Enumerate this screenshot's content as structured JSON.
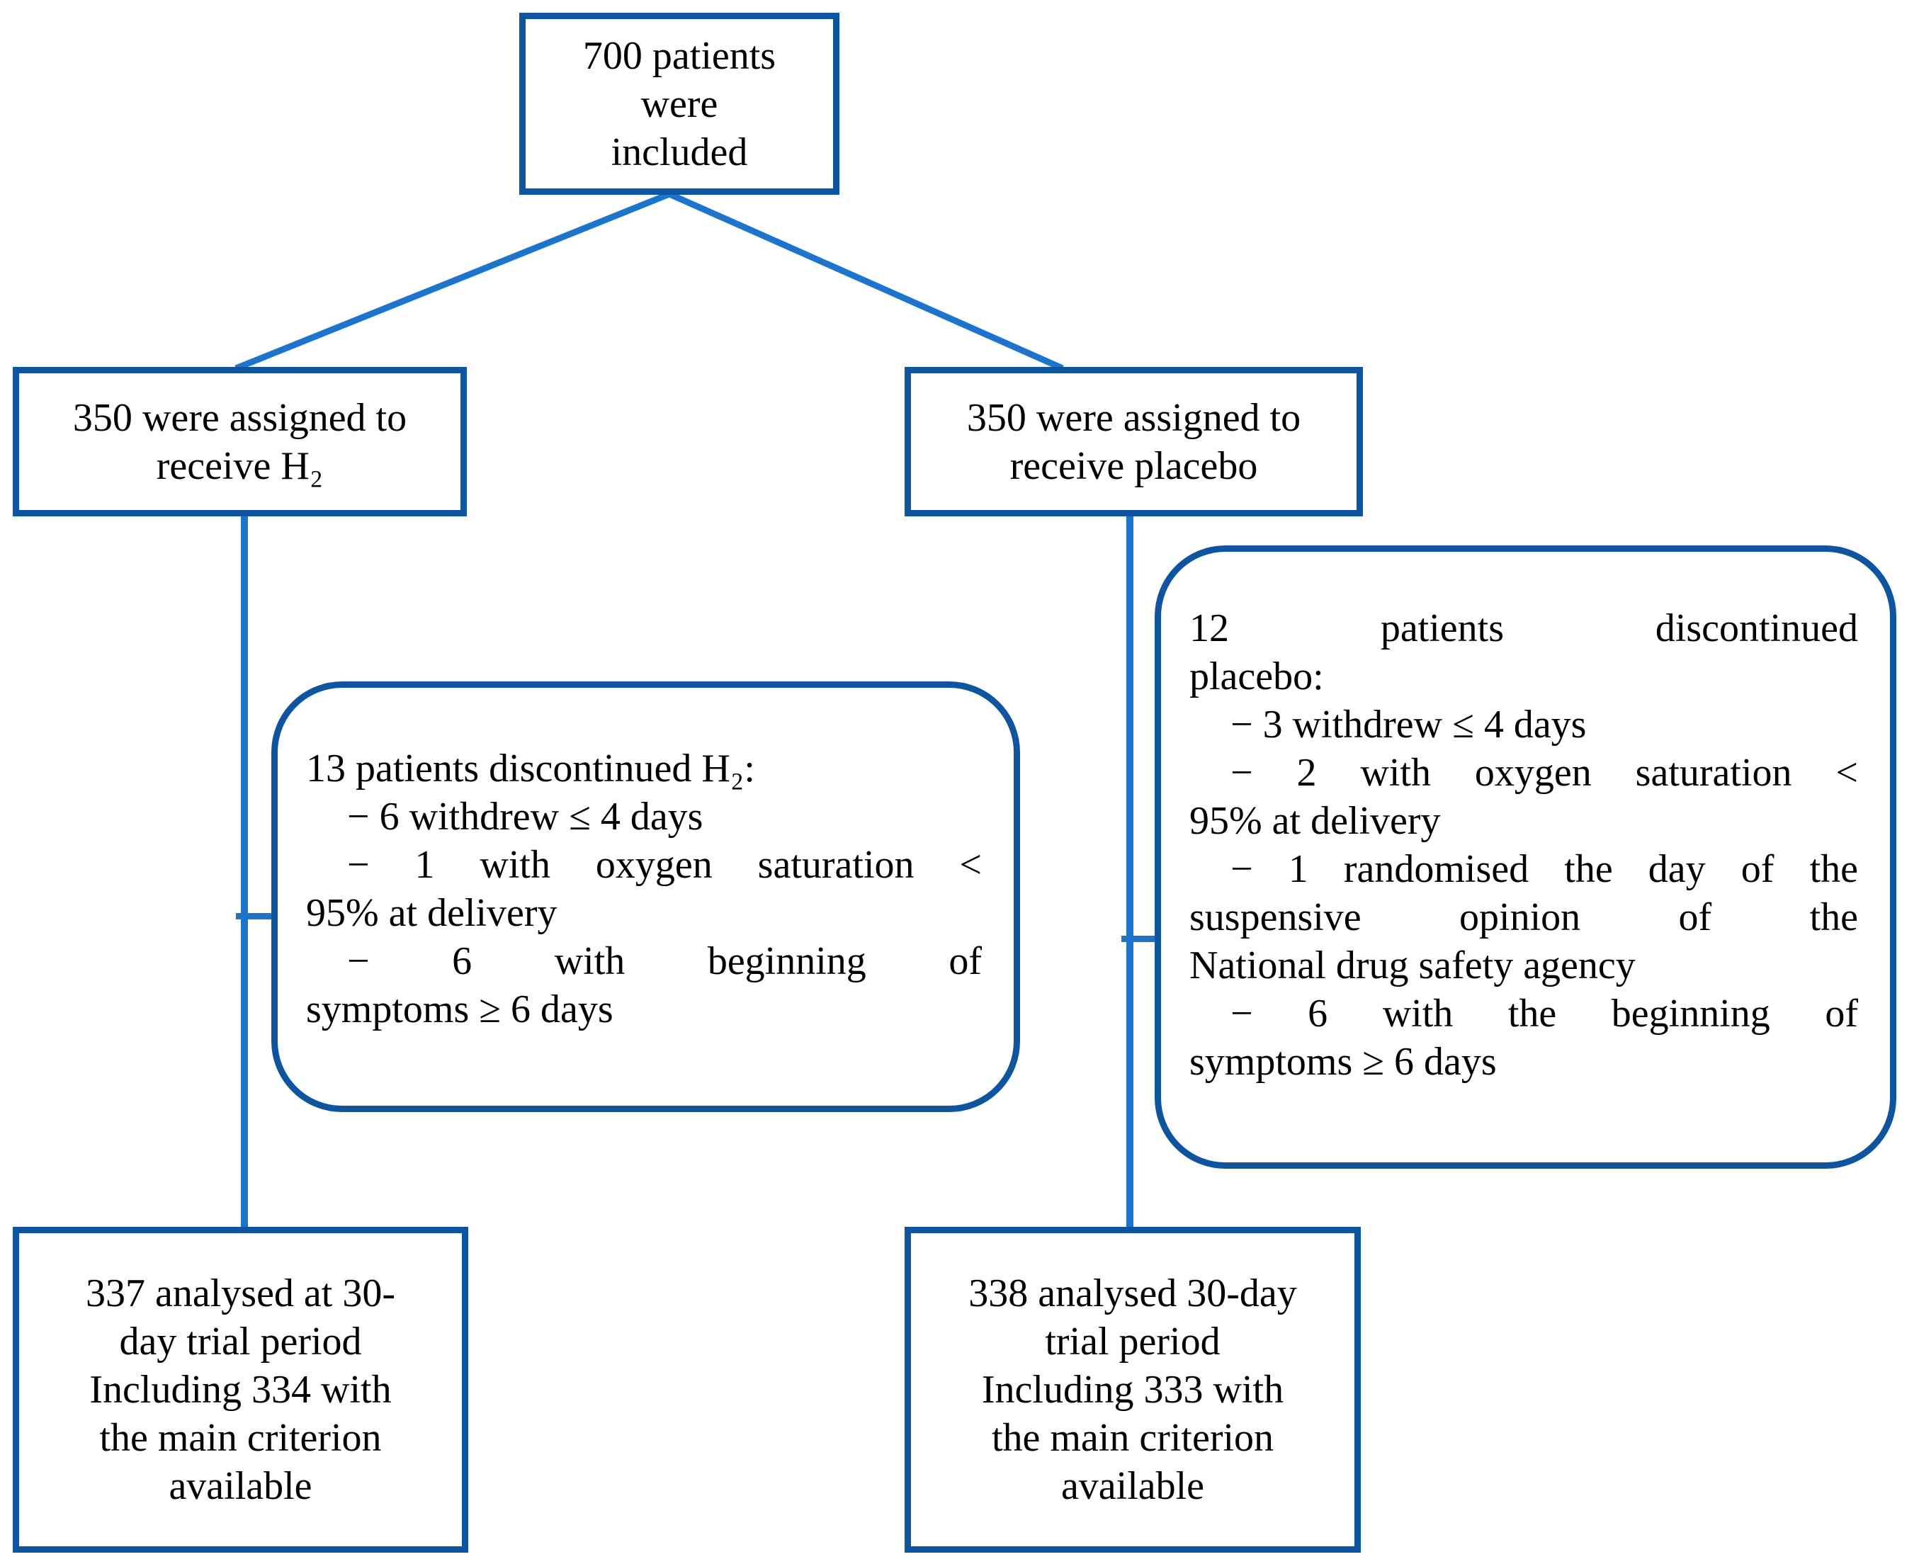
{
  "colors": {
    "box_border": "#0e549e",
    "connector_line": "#1d74cc",
    "text": "#000000",
    "background": "#ffffff"
  },
  "nodes": {
    "included": {
      "text": "700 patients\nwere\nincluded"
    },
    "assigned_h2": {
      "text": "350 were assigned to\nreceive H₂"
    },
    "assigned_placebo": {
      "text": "350 were assigned to\nreceive placebo"
    },
    "discontinued_h2": {
      "summary": "13 patients discontinued H₂",
      "lines": [
        {
          "text": "13 patients discontinued H₂:"
        },
        {
          "text": "− 6 withdrew ≤ 4 days",
          "indent": true
        },
        {
          "text": "− 1 with oxygen saturation <",
          "indent": true,
          "justify": true
        },
        {
          "text": "95% at delivery"
        },
        {
          "text": "− 6 with beginning of",
          "indent": true,
          "justify": true
        },
        {
          "text": "symptoms ≥ 6 days"
        }
      ]
    },
    "discontinued_placebo": {
      "summary": "12 patients discontinued placebo",
      "lines": [
        {
          "text": "12 patients discontinued",
          "justify": true
        },
        {
          "text": "placebo:"
        },
        {
          "text": "− 3 withdrew ≤ 4 days",
          "indent": true
        },
        {
          "text": "− 2 with oxygen saturation <",
          "indent": true,
          "justify": true
        },
        {
          "text": "95% at delivery"
        },
        {
          "text": "− 1 randomised the day of the",
          "indent": true,
          "justify": true
        },
        {
          "text": "suspensive opinion of the",
          "justify": true
        },
        {
          "text": "National drug safety agency"
        },
        {
          "text": "− 6 with the beginning of",
          "indent": true,
          "justify": true
        },
        {
          "text": "symptoms ≥ 6 days"
        }
      ]
    },
    "analysed_h2": {
      "text": "337 analysed at 30-\nday trial period\nIncluding 334 with\nthe main criterion\navailable"
    },
    "analysed_placebo": {
      "text": "338 analysed 30-day\ntrial period\nIncluding 333 with\nthe main criterion\navailable"
    }
  }
}
